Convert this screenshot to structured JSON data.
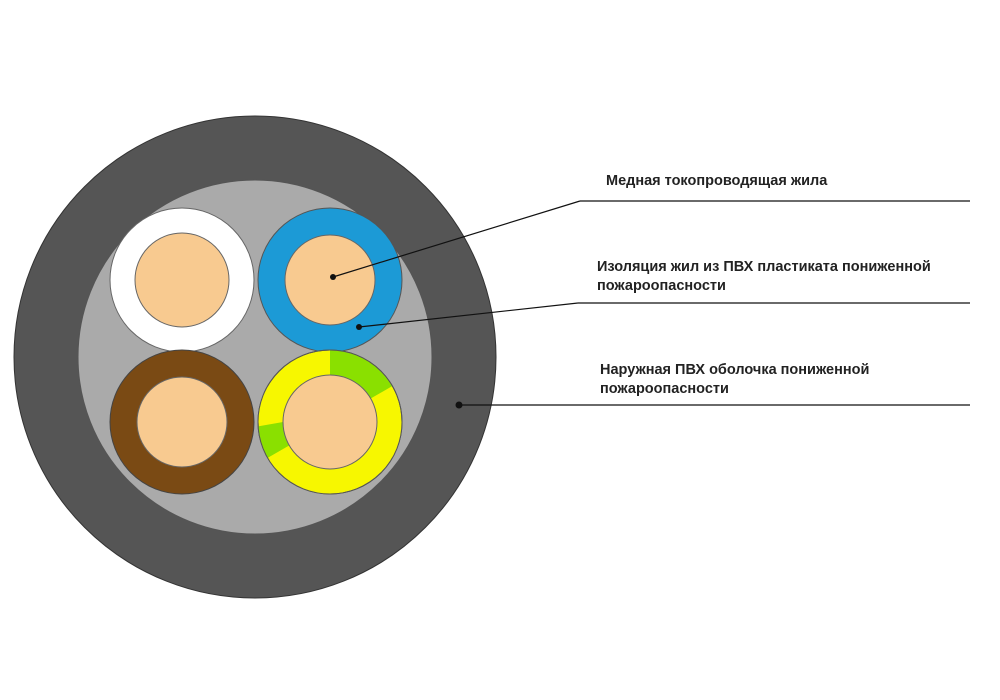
{
  "labels": {
    "copper_conductor": "Медная токопроводящая жила",
    "insulation_line1": "Изоляция жил из ПВХ пластиката пониженной",
    "insulation_line2": "пожароопасности",
    "sheath_line1": "Наружная ПВХ оболочка пониженной",
    "sheath_line2": "пожароопасности"
  },
  "colors": {
    "outer_sheath": "#555555",
    "filler": "#aaaaaa",
    "copper": "#f8ca90",
    "core_white": "#ffffff",
    "core_blue": "#1c9ad6",
    "core_brown": "#7a4a14",
    "core_yellow": "#f7f700",
    "core_green": "#8ae000",
    "leader_line": "#111111"
  }
}
